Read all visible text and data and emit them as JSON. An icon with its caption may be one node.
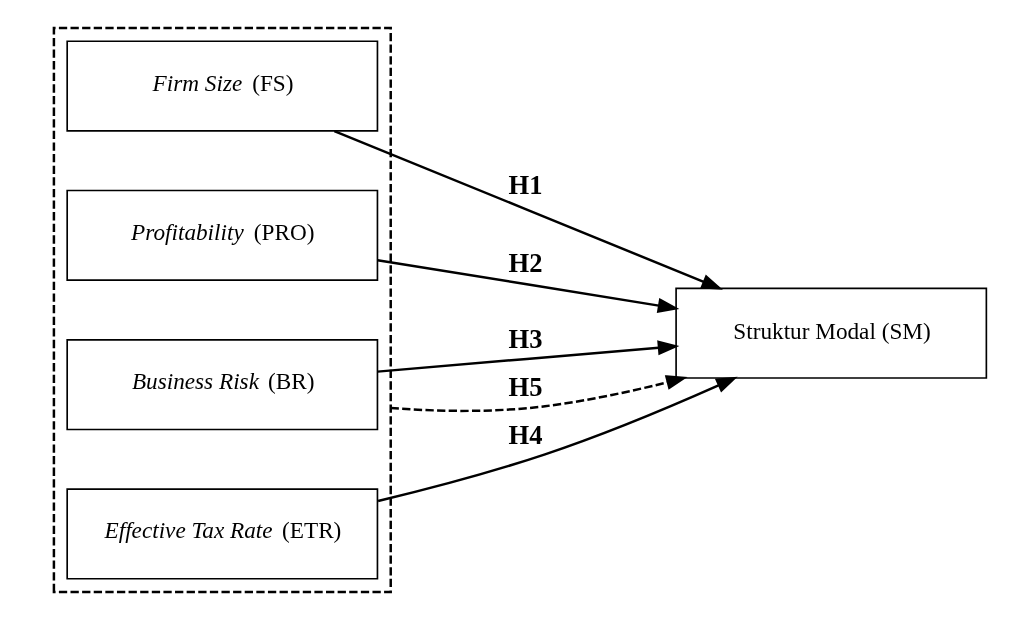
{
  "diagram": {
    "nodes": [
      {
        "text": [],
        "shape": "box"
      },
      {
        "text": [
          "*Firm Size* (FS)"
        ],
        "in": 0
      },
      {
        "text": [
          "*Profitability* (PRO)"
        ],
        "in": 0
      },
      {
        "text": [
          "*Business Risk* (BR)"
        ],
        "in": 0
      },
      {
        "text": [
          "*Effective Tax Rate* (ETR)"
        ],
        "in": 0
      },
      {
        "text": [
          "Struktur Modal (SM)"
        ]
      }
    ],
    "edges": [
      {
        "from": 1,
        "to": 5,
        "arrow": "to",
        "label": "H1"
      },
      {
        "from": 2,
        "to": 5,
        "arrow": "to",
        "label": "H2"
      },
      {
        "from": 3,
        "to": 5,
        "arrow": "to",
        "label": "H3"
      },
      {
        "from": 4,
        "to": 5,
        "arrow": "to",
        "label": "H4"
      },
      {
        "from": 0,
        "to": 5,
        "arrow": "to",
        "label": "H5",
        "style": "dashed"
      }
    ]
  }
}
